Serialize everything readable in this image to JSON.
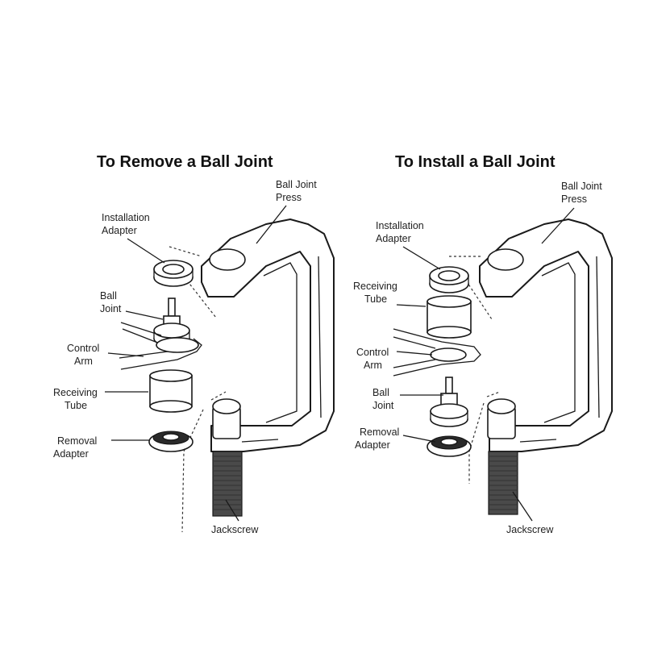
{
  "left": {
    "title": "To Remove a Ball Joint",
    "labels": {
      "press_1": "Ball Joint",
      "press_2": "Press",
      "install_1": "Installation",
      "install_2": "Adapter",
      "ball_1": "Ball",
      "ball_2": "Joint",
      "control_1": "Control",
      "control_2": "Arm",
      "receiving_1": "Receiving",
      "receiving_2": "Tube",
      "removal_1": "Removal",
      "removal_2": "Adapter",
      "jackscrew": "Jackscrew"
    }
  },
  "right": {
    "title": "To Install a Ball Joint",
    "labels": {
      "press_1": "Ball Joint",
      "press_2": "Press",
      "install_1": "Installation",
      "install_2": "Adapter",
      "receiving_1": "Receiving",
      "receiving_2": "Tube",
      "control_1": "Control",
      "control_2": "Arm",
      "ball_1": "Ball",
      "ball_2": "Joint",
      "removal_1": "Removal",
      "removal_2": "Adapter",
      "jackscrew": "Jackscrew"
    }
  }
}
